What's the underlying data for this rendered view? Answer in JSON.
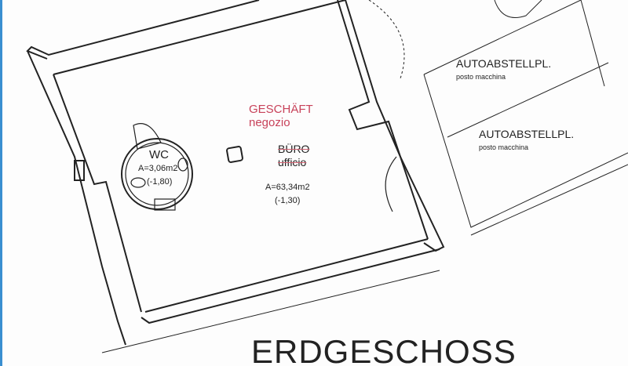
{
  "rooms": {
    "shop": {
      "name_de": "GESCHÄFT",
      "name_it": "negozio"
    },
    "office": {
      "name_de": "BÜRO",
      "name_it": "ufficio",
      "area": "A=63,34m2",
      "level": "(-1,30)"
    },
    "wc": {
      "name": "WC",
      "area": "A=3,06m2",
      "level": "(-1,80)"
    },
    "parking": [
      {
        "name_de": "AUTOABSTELLPL.",
        "name_it": "posto macchina"
      },
      {
        "name_de": "AUTOABSTELLPL.",
        "name_it": "posto macchina"
      }
    ]
  },
  "floor_title": "ERDGESCHOSS",
  "colors": {
    "wall": "#222222",
    "accent_red": "#c8425a",
    "edge_blue": "#3a8fd0"
  }
}
